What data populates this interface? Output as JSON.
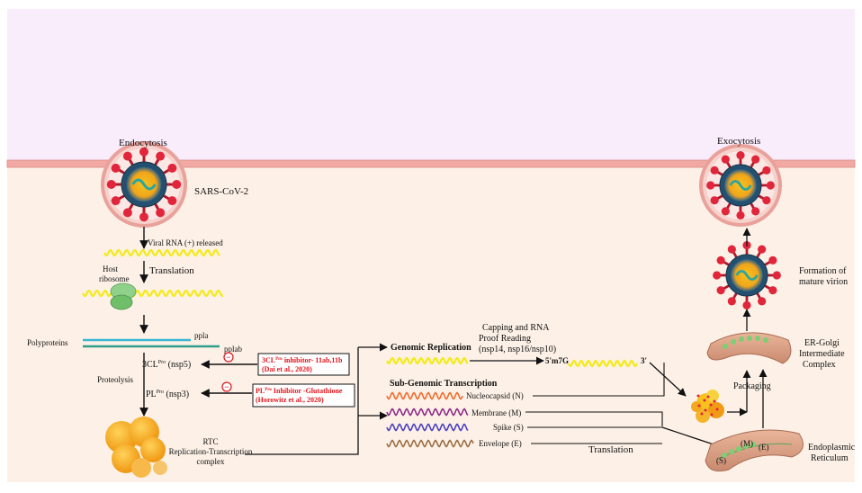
{
  "labels": {
    "endocytosis": "Endocytosis",
    "exocytosis": "Exocytosis",
    "sars": "SARS-CoV-2",
    "viral_rna": "Viral RNA (+) released",
    "host": "Host",
    "ribosome": "ribosome",
    "translation_top": "Translation",
    "polyproteins": "Polyproteins",
    "ppla": "ppla",
    "pplab": "pplab",
    "proteolysis": "Proteolysis",
    "cl_base": "3CL",
    "cl_sup": "Pro",
    "cl_rest": " (nsp5)",
    "pl_base": "PL",
    "pl_sup": "Pro",
    "pl_rest": " (nsp3)",
    "rtc_1": "RTC",
    "rtc_2": "Replication-Transcription",
    "rtc_3": "complex",
    "genomic_replication": "Genomic Replication",
    "capping_1": "Capping and RNA",
    "capping_2": "Proof Reading",
    "capping_3": "(nsp14, nsp16/nsp10)",
    "five_prime": "5'm7G",
    "three_prime": "3'",
    "subgenomic": "Sub-Genomic Transcription",
    "nucleocapsid": "Nucleocapsid (N)",
    "membrane": "Membrane (M)",
    "spike": "Spike (S)",
    "envelope": "Envelope (E)",
    "translation_bottom": "Translation",
    "er_1": "Endoplasmic",
    "er_2": "Reticulum",
    "golgi_1": "ER-Golgi",
    "golgi_2": "Intermediate",
    "golgi_3": "Complex",
    "packaging": "Packaging",
    "mature_1": "Formation of",
    "mature_2": "mature virion",
    "er_m": "(M)",
    "er_e": "(E)",
    "er_s": "(S)"
  },
  "inhibitors": {
    "cl_line1_a": "3CL",
    "cl_line1_sup": "Pro",
    "cl_line1_b": " inhibitor- 11ab,11b",
    "cl_line2": "(Dai et al., 2020)",
    "pl_line1_a": "PL",
    "pl_line1_sup": "Pro",
    "pl_line1_b": " Inhibitor -Glutathione",
    "pl_line2": "(Horowitz et al., 2020)",
    "minus": "−"
  },
  "colors": {
    "extracellular": "#f9ecfb",
    "cytoplasm": "#fdf1e7",
    "membrane": "#f2a9a3",
    "rna_yellow": "#f4ea18",
    "ppla_line": "#39b6d3",
    "pplab_line": "#2f9c8c",
    "inhibitor_red": "#e0141b",
    "wave_n": "#f26a2b",
    "wave_m": "#8e2a86",
    "wave_s": "#4a3fbf",
    "wave_e": "#9a6d43"
  }
}
